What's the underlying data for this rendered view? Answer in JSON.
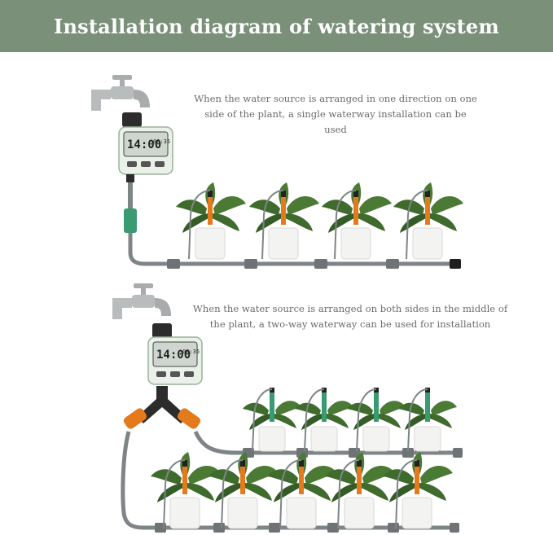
{
  "header": {
    "title": "Installation diagram of watering system",
    "background_color": "#7a9079"
  },
  "section_single": {
    "caption": "When the water source is arranged in one direction on one side of the plant, a single waterway installation can be used",
    "timer_display": {
      "time": "14:00",
      "small_time": "06:35"
    }
  },
  "section_double": {
    "caption": "When the water source is arranged on both sides in the middle of the plant, a two-way waterway can be used for installation",
    "timer_display": {
      "time": "14:00",
      "small_time": "06:35"
    }
  },
  "colors": {
    "pipe": "#7e8587",
    "timer_body": "#e9f1e9",
    "timer_screen": "#cfd6cf",
    "dripper": "#e47a1c",
    "connector_green": "#3a9a72",
    "leaf": "#3f6b2c"
  }
}
